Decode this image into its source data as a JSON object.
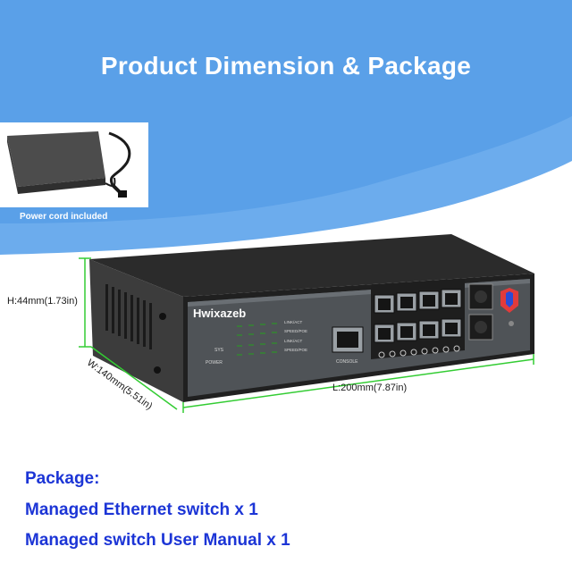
{
  "banner": {
    "title": "Product Dimension & Package"
  },
  "inset": {
    "caption": "Power cord included"
  },
  "switch": {
    "brand": "Hwixazeb",
    "console_label": "CONSOLE",
    "led_labels": [
      "LINK/ACT",
      "SPEED/POE",
      "LINK/ACT",
      "SPEED/POE"
    ],
    "sys_label": "SYS",
    "power_label": "POWER"
  },
  "dimensions": {
    "height": "H:44mm(1.73in)",
    "width": "W:140mm(5.51in)",
    "length": "L:200mm(7.87in)"
  },
  "package": {
    "heading": "Package:",
    "items": [
      "Managed Ethernet switch x 1",
      "Managed switch User Manual x 1"
    ]
  },
  "colors": {
    "banner": "#5aa0e8",
    "accent_text": "#1c35d6",
    "dimension_lines": "#33cc33"
  }
}
